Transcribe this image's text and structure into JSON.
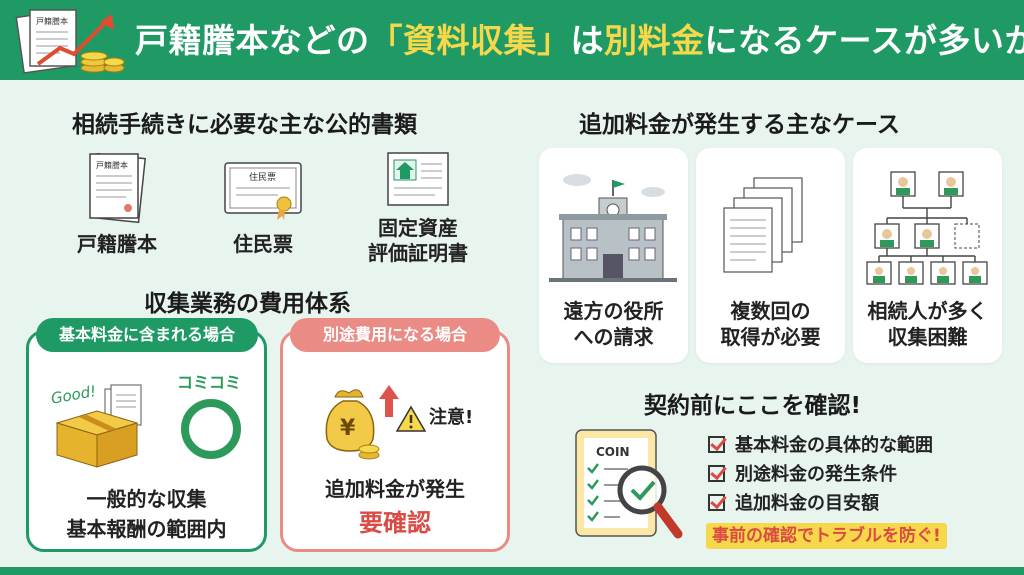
{
  "banner": {
    "title_part1": "戸籍謄本などの",
    "title_highlight": "「資料収集」",
    "title_part2": "は",
    "title_highlight2": "別料金",
    "title_part3": "になるケースが多いから",
    "icon_doc_label": "戸籍謄本"
  },
  "documents": {
    "heading": "相続手続きに必要な主な公的書類",
    "items": [
      {
        "label": "戸籍謄本",
        "icon": "koseki-document-icon",
        "icon_text": "戸籍謄本"
      },
      {
        "label": "住民票",
        "icon": "certificate-icon",
        "icon_text": "住民票"
      },
      {
        "label_line1": "固定資産",
        "label_line2": "評価証明書",
        "icon": "house-document-icon"
      }
    ]
  },
  "fees": {
    "heading": "収集業務の費用体系",
    "basic": {
      "tag": "基本料金に含まれる場合",
      "good": "Good!",
      "komikomi": "コミコミ",
      "line1": "一般的な収集",
      "line2": "基本報酬の範囲内"
    },
    "separate": {
      "tag": "別途費用になる場合",
      "caution": "注意!",
      "line1": "追加料金が発生",
      "line2": "要確認"
    }
  },
  "cases": {
    "heading": "追加料金が発生する主なケース",
    "items": [
      {
        "line1": "遠方の役所",
        "line2": "への請求",
        "icon": "city-hall-icon"
      },
      {
        "line1": "複数回の",
        "line2": "取得が必要",
        "icon": "document-stack-icon"
      },
      {
        "line1": "相続人が多く",
        "line2": "収集困難",
        "icon": "family-tree-icon"
      }
    ]
  },
  "checklist": {
    "heading": "契約前にここを確認!",
    "coin_label": "COIN",
    "items": [
      "基本料金の具体的な範囲",
      "別途料金の発生条件",
      "追加料金の目安額"
    ],
    "closing": "事前の確認でトラブルを防ぐ!"
  },
  "colors": {
    "brand_green": "#1f9a65",
    "accent_yellow": "#f7d84a",
    "accent_red": "#d94b44",
    "tag_red": "#ea8c85",
    "background": "#e8f4ee"
  }
}
